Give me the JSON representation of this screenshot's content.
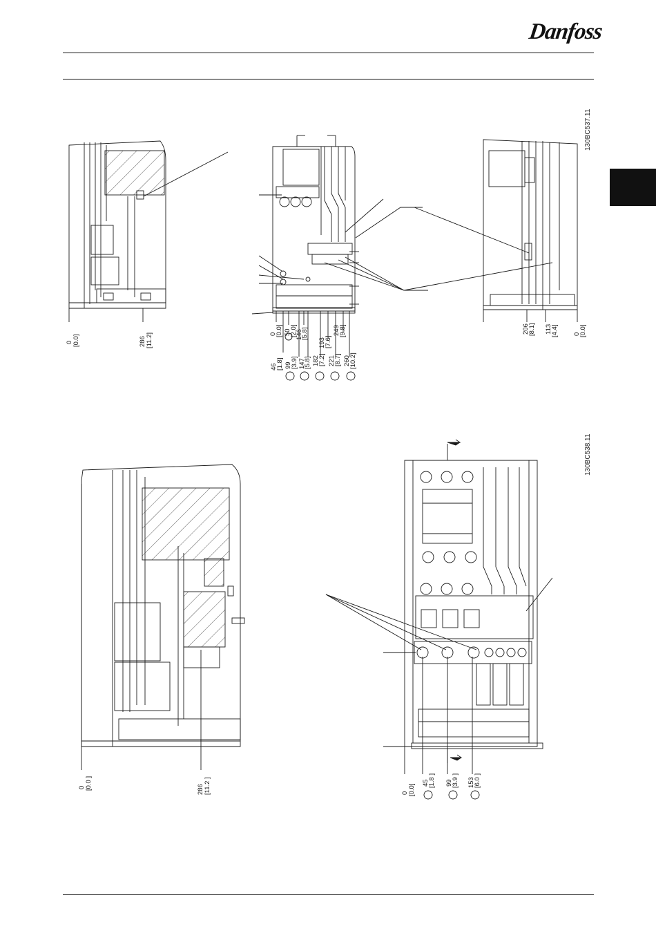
{
  "header": {
    "logo_text": "Danfoss"
  },
  "figure1": {
    "code": "130BC537.11",
    "dims_left": [
      "0",
      "[0.0]",
      "286",
      "[11.2]"
    ],
    "dims_center": [
      "0",
      "[0.0]",
      "46",
      "[1.8]",
      "50",
      "[2.0]",
      "99",
      "[3.9]",
      "146",
      "[5.8]",
      "147",
      "[5.8]",
      "182",
      "[7.2]",
      "193",
      "[7.6]",
      "221",
      "[8.7]",
      "249",
      "[9.8]",
      "260",
      "[10.2]"
    ],
    "dims_right": [
      "206",
      "[8.1]",
      "113",
      "[4.4]",
      "0",
      "[0.0]"
    ]
  },
  "figure2": {
    "code": "130BC538.11",
    "dims_left": [
      "0",
      "[0.0 ]",
      "286",
      "[11.2 ]"
    ],
    "dims_right": [
      "0",
      "[0.0]",
      "45",
      "[1.8 ]",
      "99",
      "[3.9 ]",
      "153",
      "[6.0 ]"
    ]
  },
  "colors": {
    "line": "#1a1a1a",
    "tab": "#111111",
    "hatch": "#333333"
  }
}
